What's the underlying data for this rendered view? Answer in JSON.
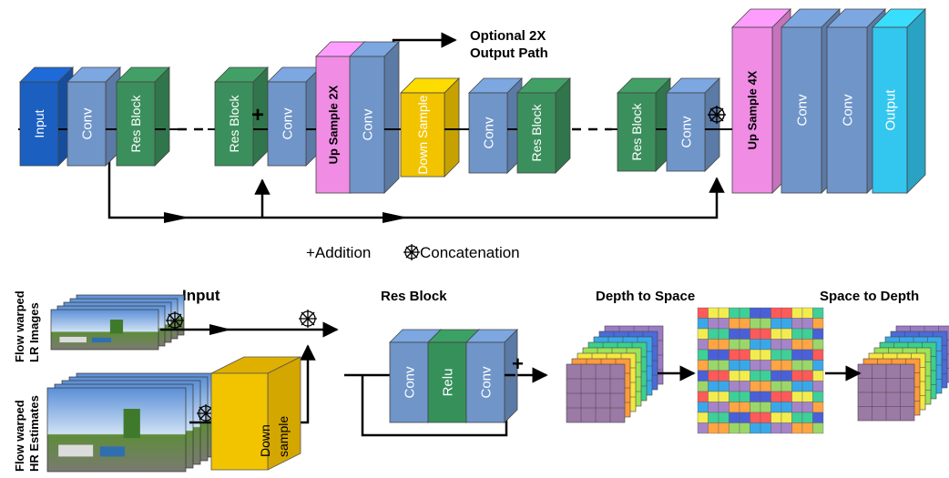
{
  "top_network": {
    "blocks": {
      "input": "Input",
      "conv_1": "Conv",
      "res_block_1": "Res Block",
      "res_block_2": "Res Block",
      "conv_2": "Conv",
      "up_sample_2x": "Up Sample 2X",
      "conv_3": "Conv",
      "down_sample": "Down Sample",
      "conv_4": "Conv",
      "res_block_3": "Res Block",
      "res_block_4": "Res Block",
      "conv_5": "Conv",
      "up_sample_4x": "Up Sample 4X",
      "conv_6": "Conv",
      "conv_7": "Conv",
      "output": "Output"
    },
    "optional_path_line1": "Optional 2X",
    "optional_path_line2": "Output Path",
    "plus_symbol": "+"
  },
  "legend": {
    "addition": "+Addition",
    "concatenation": "Concatenation"
  },
  "input_section": {
    "title": "Input",
    "lr_label_line1": "Flow warped",
    "lr_label_line2": "LR Images",
    "hr_label_line1": "Flow warped",
    "hr_label_line2": "HR Estimates",
    "down_sample_line1": "Down",
    "down_sample_line2": "sample"
  },
  "res_block_section": {
    "title": "Res Block",
    "conv_a": "Conv",
    "relu": "Relu",
    "conv_b": "Conv",
    "plus_symbol": "+"
  },
  "depth_space_section": {
    "depth_to_space_title": "Depth to Space",
    "space_to_depth_title": "Space to Depth"
  },
  "colors": {
    "input_blue": "#1b5fc1",
    "conv_blue": "#6f95c9",
    "res_green": "#3b8f5c",
    "up_pink": "#f08ce4",
    "down_yellow": "#f2c400",
    "output_cyan": "#33c6ee",
    "relu_green": "#35905a"
  }
}
